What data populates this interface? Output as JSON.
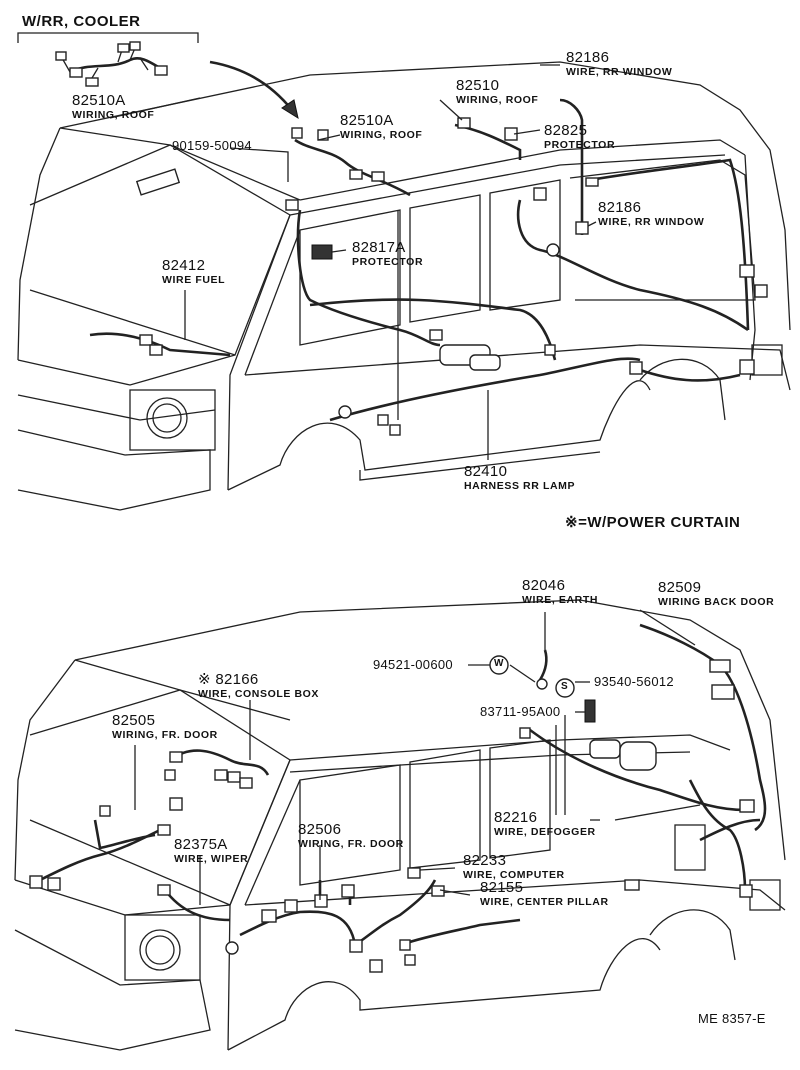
{
  "header_note": "W/RR, COOLER",
  "power_note": "※=W/POWER CURTAIN",
  "footer_code": "ME  8357-E",
  "top_callouts": [
    {
      "id": "c82510a_1",
      "number": "82510A",
      "desc": "WIRING, ROOF"
    },
    {
      "id": "c90159",
      "number": "90159-50094",
      "desc": ""
    },
    {
      "id": "c82510a_2",
      "number": "82510A",
      "desc": "WIRING, ROOF"
    },
    {
      "id": "c82510",
      "number": "82510",
      "desc": "WIRING, ROOF"
    },
    {
      "id": "c82186_1",
      "number": "82186",
      "desc": "WIRE, RR WINDOW"
    },
    {
      "id": "c82825",
      "number": "82825",
      "desc": "PROTECTOR"
    },
    {
      "id": "c82186_2",
      "number": "82186",
      "desc": "WIRE, RR WINDOW"
    },
    {
      "id": "c82817a",
      "number": "82817A",
      "desc": "PROTECTOR"
    },
    {
      "id": "c82412",
      "number": "82412",
      "desc": "WIRE FUEL"
    },
    {
      "id": "c82410",
      "number": "82410",
      "desc": "HARNESS RR LAMP"
    }
  ],
  "bottom_callouts": [
    {
      "id": "c82046",
      "number": "82046",
      "desc": "WIRE, EARTH"
    },
    {
      "id": "c82509",
      "number": "82509",
      "desc": "WIRING BACK DOOR"
    },
    {
      "id": "c82166",
      "number": "※ 82166",
      "desc": "WIRE, CONSOLE BOX"
    },
    {
      "id": "c94521",
      "number": "94521-00600",
      "desc": ""
    },
    {
      "id": "c93540",
      "number": "93540-56012",
      "desc": ""
    },
    {
      "id": "c83711",
      "number": "83711-95A00",
      "desc": ""
    },
    {
      "id": "c82505",
      "number": "82505",
      "desc": "WIRING, FR. DOOR"
    },
    {
      "id": "c82375a",
      "number": "82375A",
      "desc": "WIRE, WIPER"
    },
    {
      "id": "c82506",
      "number": "82506",
      "desc": "WIRING, FR. DOOR"
    },
    {
      "id": "c82216",
      "number": "82216",
      "desc": "WIRE, DEFOGGER"
    },
    {
      "id": "c82233",
      "number": "82233",
      "desc": "WIRE, COMPUTER"
    },
    {
      "id": "c82155",
      "number": "82155",
      "desc": "WIRE, CENTER PILLAR"
    }
  ],
  "markers": {
    "w": "W",
    "s": "S"
  }
}
